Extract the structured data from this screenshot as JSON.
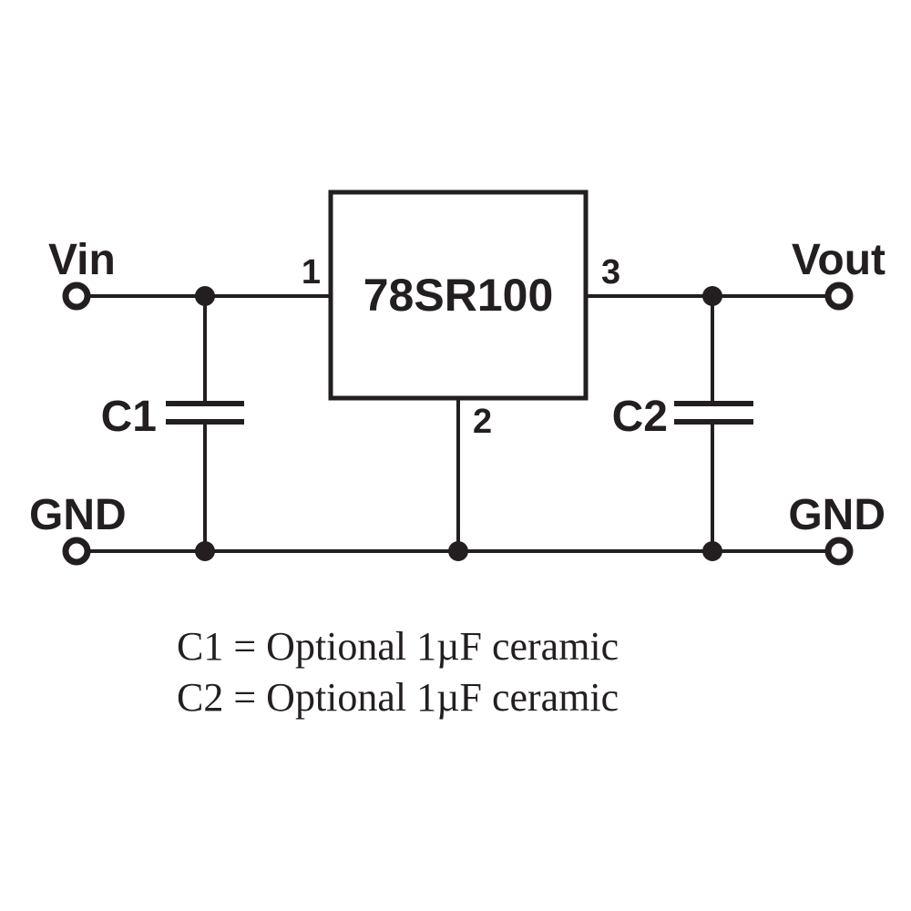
{
  "diagram": {
    "component": {
      "label": "78SR100",
      "pin1": "1",
      "pin2": "2",
      "pin3": "3"
    },
    "terminals": {
      "vin": "Vin",
      "vout": "Vout",
      "gnd_left": "GND",
      "gnd_right": "GND"
    },
    "capacitors": {
      "c1": "C1",
      "c2": "C2"
    },
    "notes": [
      "C1 = Optional 1µF ceramic",
      "C2 = Optional 1µF ceramic"
    ],
    "colors": {
      "line": "#231f20",
      "background": "#ffffff"
    }
  }
}
